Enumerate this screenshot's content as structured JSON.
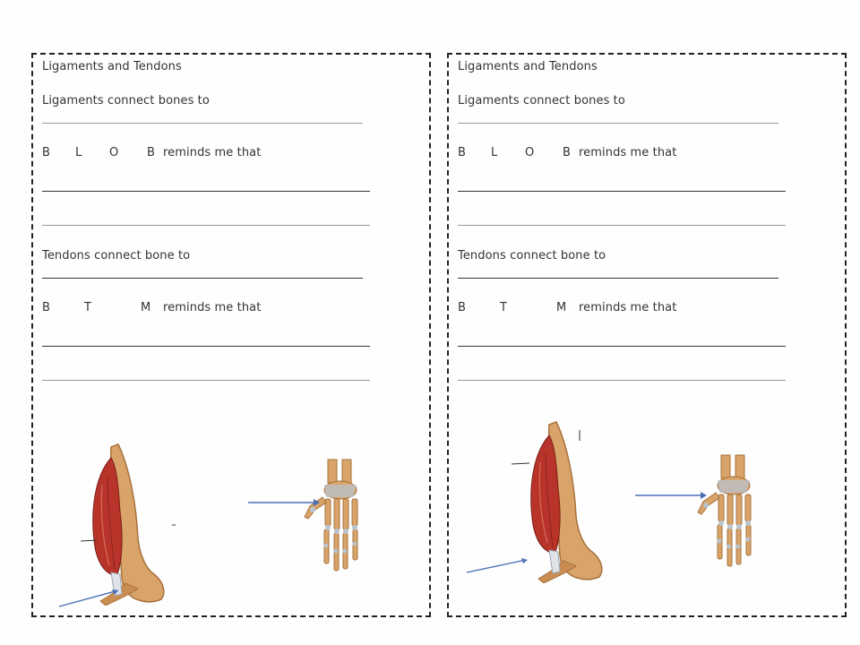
{
  "worksheets": [
    {
      "title": "Ligaments and Tendons",
      "ligaments_prompt": "Ligaments connect bones to",
      "blob_letters": [
        "B",
        "L",
        "O",
        "B"
      ],
      "blob_suffix": "reminds me that",
      "tendons_prompt": "Tendons connect bone to",
      "btm_letters": [
        "B",
        "T",
        "M"
      ],
      "btm_suffix": "reminds me that"
    },
    {
      "title": "Ligaments and Tendons",
      "ligaments_prompt": "Ligaments connect bones to",
      "blob_letters": [
        "B",
        "L",
        "O",
        "B"
      ],
      "blob_suffix": "reminds me that",
      "tendons_prompt": "Tendons connect bone to",
      "btm_letters": [
        "B",
        "T",
        "M"
      ],
      "btm_suffix": "reminds me that"
    }
  ],
  "colors": {
    "muscle": "#b8342a",
    "bone": "#d9a46a",
    "arrow": "#4a6fb5",
    "ligament": "#b7c3cf"
  },
  "icons": [
    "arm-muscle-illustration",
    "hand-skeleton-illustration",
    "arrow-icon"
  ]
}
